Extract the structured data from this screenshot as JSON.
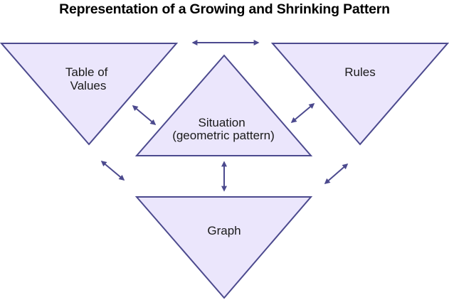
{
  "title": "Representation of a Growing and Shrinking Pattern",
  "colors": {
    "shape_fill": "#ebe6fc",
    "shape_stroke": "#4c4a8e",
    "arrow": "#4c4a8e",
    "text": "#1a1a1a"
  },
  "nodes": {
    "table_of_values": {
      "lines": [
        "Table of",
        "Values"
      ],
      "shape": "inverted-triangle"
    },
    "rules": {
      "lines": [
        "Rules"
      ],
      "shape": "inverted-triangle"
    },
    "situation": {
      "lines": [
        "Situation",
        "(geometric pattern)"
      ],
      "shape": "triangle"
    },
    "graph": {
      "lines": [
        "Graph"
      ],
      "shape": "inverted-triangle"
    }
  },
  "connections": [
    {
      "from": "table_of_values",
      "to": "rules",
      "type": "bidirectional"
    },
    {
      "from": "table_of_values",
      "to": "situation",
      "type": "bidirectional"
    },
    {
      "from": "rules",
      "to": "situation",
      "type": "bidirectional"
    },
    {
      "from": "situation",
      "to": "graph",
      "type": "bidirectional"
    },
    {
      "from": "table_of_values",
      "to": "graph",
      "type": "bidirectional"
    },
    {
      "from": "rules",
      "to": "graph",
      "type": "bidirectional"
    }
  ]
}
